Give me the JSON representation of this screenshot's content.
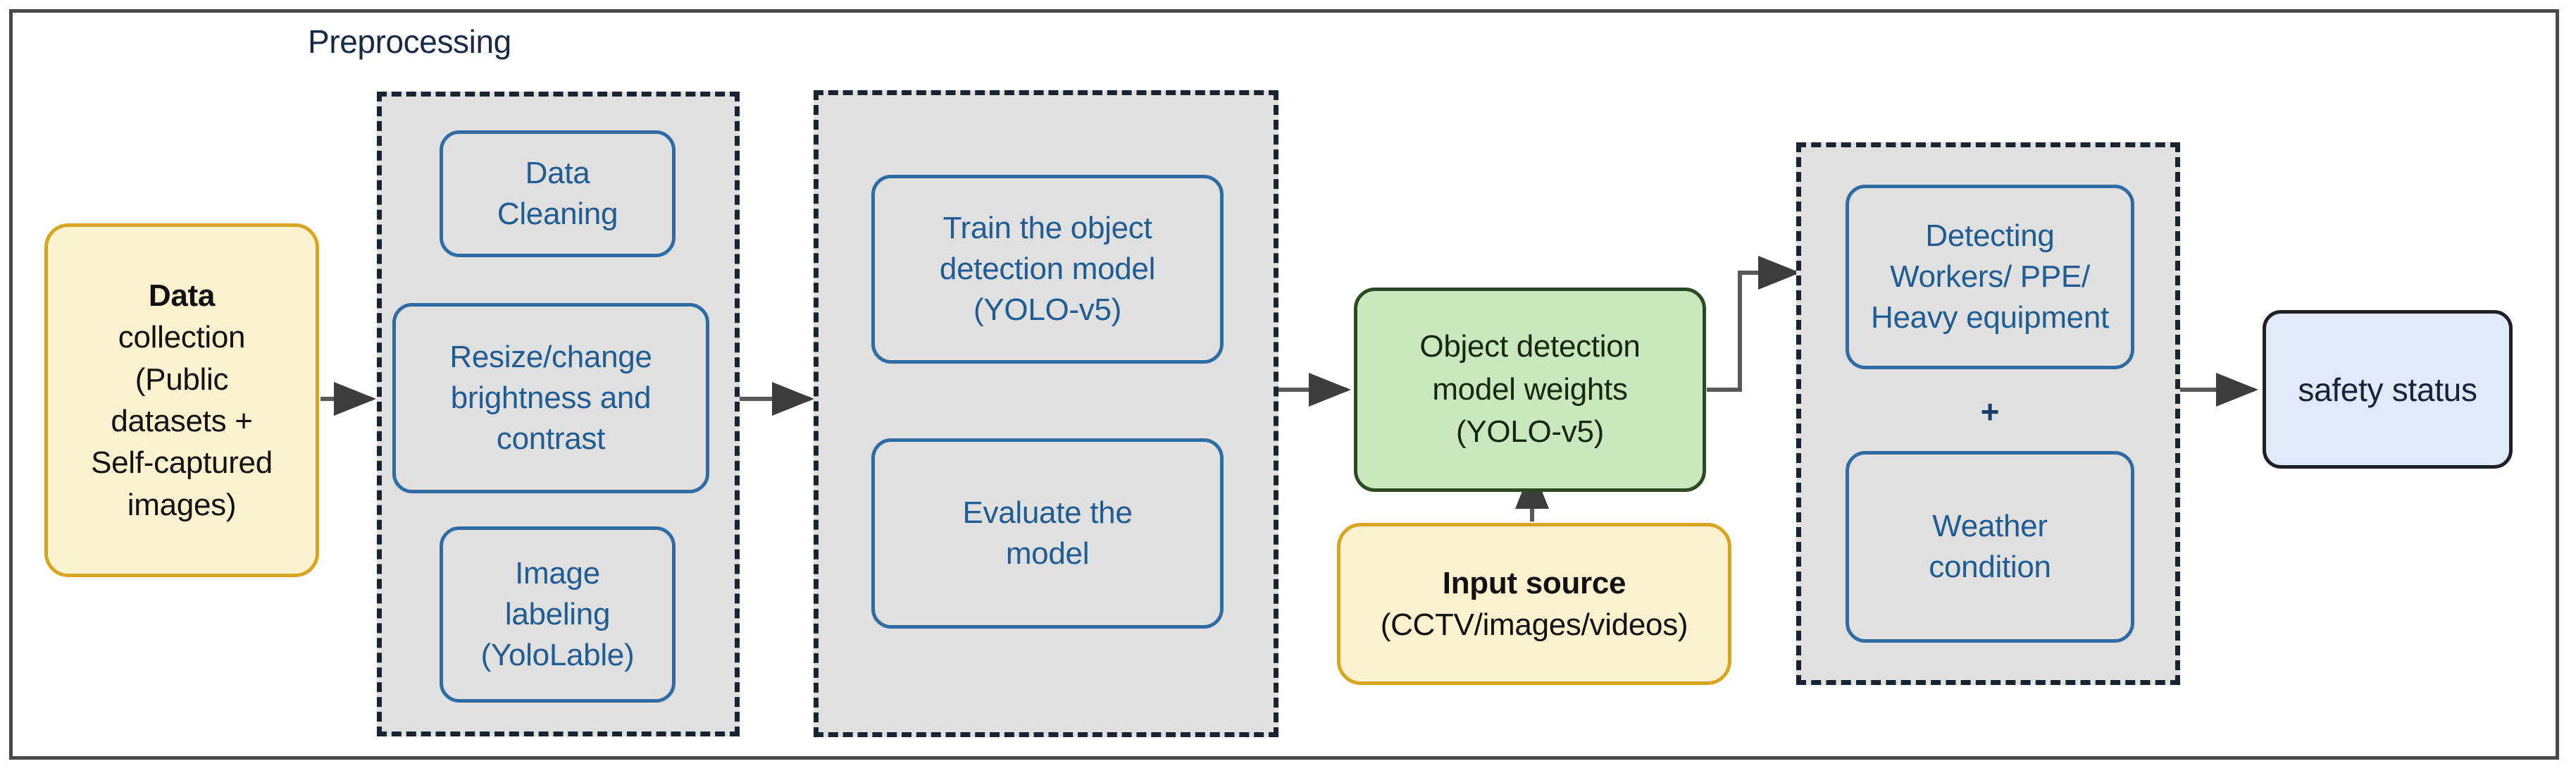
{
  "diagram": {
    "title_label": "Preprocessing",
    "colors": {
      "group_fill": "#e0e0e0",
      "group_border": "#1a2330",
      "blue_border": "#2f6ca3",
      "blue_text": "#1f5c93",
      "yellow_fill": "#fdf2d0",
      "yellow_border": "#d9a520",
      "green_fill": "#cbe7bd",
      "green_border": "#2d4a22",
      "result_fill": "#dfe9f7",
      "result_border": "#1f1f28",
      "connector": "#595959",
      "frame": "#4a4a4a"
    },
    "data_collection": {
      "line1": "Data",
      "line2": "collection",
      "line3": "(Public",
      "line4": "datasets +",
      "line5": "Self-captured",
      "line6": "images)"
    },
    "preprocessing": {
      "label": "Preprocessing",
      "boxes": [
        {
          "line1": "Data",
          "line2": "Cleaning"
        },
        {
          "line1": "Resize/change",
          "line2": "brightness and",
          "line3": "contrast"
        },
        {
          "line1": "Image",
          "line2": "labeling",
          "line3": "(YoloLable)"
        }
      ]
    },
    "training": {
      "boxes": [
        {
          "line1": "Train the object",
          "line2": "detection model",
          "line3": "(YOLO-v5)"
        },
        {
          "line1": "Evaluate the",
          "line2": "model"
        }
      ]
    },
    "model_weights": {
      "line1": "Object detection",
      "line2": "model weights",
      "line3": "(YOLO-v5)"
    },
    "input_source": {
      "line1": "Input source",
      "line2": "(CCTV/images/videos)"
    },
    "inference": {
      "plus": "+",
      "boxes": [
        {
          "line1": "Detecting",
          "line2": "Workers/ PPE/",
          "line3": "Heavy equipment"
        },
        {
          "line1": "Weather",
          "line2": "condition"
        }
      ]
    },
    "output": {
      "label": "safety status"
    }
  }
}
